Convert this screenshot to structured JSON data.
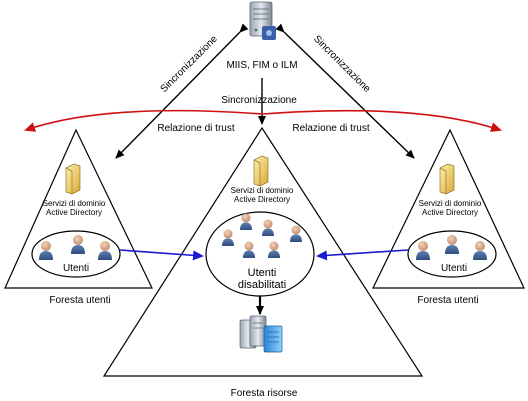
{
  "server": {
    "label": "MIIS, FIM o ILM"
  },
  "sync": {
    "left": "Sincronizzazione",
    "right": "Sincronizzazione",
    "center": "Sincronizzazione"
  },
  "trust": {
    "left": "Relazione di trust",
    "right": "Relazione di trust"
  },
  "forest_left": {
    "dc_line1": "Servizi di dominio",
    "dc_line2": "Active Directory",
    "users": "Utenti",
    "caption": "Foresta utenti"
  },
  "forest_center": {
    "dc_line1": "Servizi di dominio",
    "dc_line2": "Active Directory",
    "users_line1": "Utenti",
    "users_line2": "disabilitati",
    "caption": "Foresta risorse"
  },
  "forest_right": {
    "dc_line1": "Servizi di dominio",
    "dc_line2": "Active Directory",
    "users": "Utenti",
    "caption": "Foresta utenti"
  },
  "colors": {
    "trust_arrow": "#d01010",
    "link_arrow": "#1a1ad0",
    "sync_arrow": "#000000",
    "folder": "#e8c24a"
  }
}
